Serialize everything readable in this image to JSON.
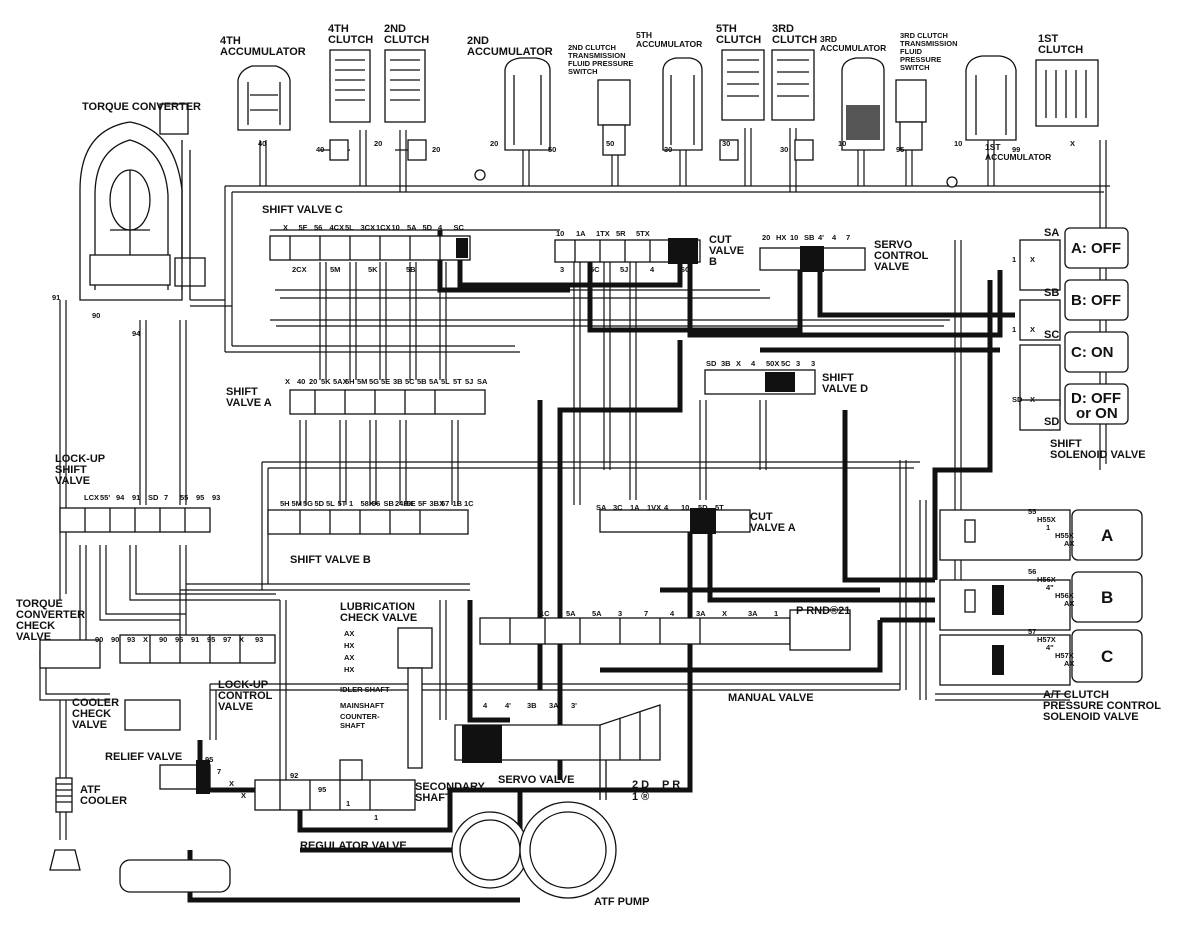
{
  "components": {
    "torque_converter": "TORQUE CONVERTER",
    "acc4": [
      "4TH",
      "ACCUMULATOR"
    ],
    "clutch4": [
      "4TH",
      "CLUTCH"
    ],
    "clutch2": [
      "2ND",
      "CLUTCH"
    ],
    "acc2": [
      "2ND",
      "ACCUMULATOR"
    ],
    "sw2": [
      "2ND CLUTCH",
      "TRANSMISSION",
      "FLUID PRESSURE",
      "SWITCH"
    ],
    "acc5": [
      "5TH",
      "ACCUMULATOR"
    ],
    "clutch5": [
      "5TH",
      "CLUTCH"
    ],
    "clutch3": [
      "3RD",
      "CLUTCH"
    ],
    "acc3": [
      "3RD",
      "ACCUMULATOR"
    ],
    "sw3": [
      "3RD CLUTCH",
      "TRANSMISSION",
      "FLUID",
      "PRESSURE",
      "SWITCH"
    ],
    "clutch1": [
      "1ST",
      "CLUTCH"
    ],
    "acc1": [
      "1ST",
      "ACCUMULATOR"
    ],
    "shift_valve_c": "SHIFT VALVE C",
    "cut_valve_b": [
      "CUT",
      "VALVE",
      "B"
    ],
    "servo_control": [
      "SERVO",
      "CONTROL",
      "VALVE"
    ],
    "shift_valve_a": [
      "SHIFT",
      "VALVE A"
    ],
    "shift_valve_d": [
      "SHIFT",
      "VALVE D"
    ],
    "lockup_shift": [
      "LOCK-UP",
      "SHIFT",
      "VALVE"
    ],
    "shift_valve_b": "SHIFT VALVE B",
    "cut_valve_a": [
      "CUT",
      "VALVE A"
    ],
    "tc_check": [
      "TORQUE",
      "CONVERTER",
      "CHECK",
      "VALVE"
    ],
    "lub_check": [
      "LUBRICATION",
      "CHECK VALVE"
    ],
    "lockup_control": [
      "LOCK-UP",
      "CONTROL",
      "VALVE"
    ],
    "cooler_check": [
      "COOLER",
      "CHECK",
      "VALVE"
    ],
    "relief": "RELIEF VALVE",
    "atf_cooler": [
      "ATF",
      "COOLER"
    ],
    "secondary_shaft": [
      "SECONDARY",
      "SHAFT"
    ],
    "servo_valve": "SERVO VALVE",
    "regulator": "REGULATOR VALVE",
    "atf_pump": "ATF PUMP",
    "manual_valve": "MANUAL VALVE",
    "shift_solenoid": [
      "SHIFT",
      "SOLENOID VALVE"
    ],
    "at_clutch": [
      "A/T CLUTCH",
      "PRESSURE CONTROL",
      "SOLENOID VALVE"
    ],
    "shafts": [
      "IDLER SHAFT",
      "MAINSHAFT",
      "COUNTER-",
      "SHAFT"
    ]
  },
  "solenoids": [
    {
      "port": "SA",
      "state": "A: OFF"
    },
    {
      "port": "SB",
      "state": "B: OFF"
    },
    {
      "port": "SC",
      "state": "C: ON"
    },
    {
      "port": "SD",
      "state": "D: OFF",
      "state2": "or ON"
    }
  ],
  "pressure_controls": [
    "A",
    "B",
    "C"
  ],
  "manual_positions": {
    "top": "P RND®21",
    "bottom_left": "2 D",
    "bottom_mid": "1 ®",
    "bottom_right": "P R"
  },
  "port_labels": {
    "svc_top": [
      "X",
      "5F",
      "56",
      "4CX",
      "5L",
      "3CX",
      "1CX",
      "10",
      "5A",
      "5D",
      "4",
      "SC"
    ],
    "svc_bottom": [
      "2CX",
      "5M",
      "5K",
      "5B"
    ],
    "cutb_top": [
      "10",
      "1A",
      "1TX",
      "5R",
      "5TX"
    ],
    "cutb_bottom": [
      "3",
      "5C",
      "5J",
      "4",
      "SC"
    ],
    "servo_ctrl": [
      "20",
      "HX",
      "10",
      "SB",
      "4'",
      "4",
      "7"
    ],
    "sva": [
      "X",
      "40",
      "20",
      "5K",
      "5AX",
      "5H",
      "5M",
      "5G",
      "5E",
      "3B",
      "5C",
      "5B",
      "5A",
      "5L",
      "5T",
      "5J",
      "SA"
    ],
    "svd": [
      "SD",
      "3B",
      "X",
      "4",
      "50X",
      "5C",
      "3",
      "3"
    ],
    "lus": [
      "LCX",
      "55'",
      "94",
      "91",
      "SD",
      "7",
      "55",
      "95",
      "93"
    ],
    "svb": [
      "5H",
      "5M",
      "5G",
      "5D",
      "5L",
      "5T",
      "1",
      "58X",
      "96",
      "SB",
      "24BX",
      "5E",
      "5F",
      "3BX",
      "57",
      "1B",
      "1C"
    ],
    "cuta": [
      "SA",
      "3C",
      "1A",
      "1VX",
      "4",
      "10",
      "5D",
      "5T"
    ],
    "manual": [
      "1C",
      "5A",
      "5A",
      "3",
      "7",
      "4",
      "3A",
      "X",
      "3A",
      "1"
    ],
    "tc": [
      "91",
      "90",
      "94"
    ],
    "lub": [
      "AX",
      "HX",
      "AX",
      "HX"
    ],
    "luc": [
      "90",
      "90",
      "93",
      "X",
      "90",
      "96",
      "91",
      "95",
      "97",
      "X",
      "93"
    ],
    "relief": [
      "95",
      "7",
      "X",
      "X"
    ],
    "reg": [
      "92",
      "95",
      "1",
      "1"
    ],
    "servo_v": [
      "4",
      "4'",
      "3B",
      "3A",
      "3'"
    ],
    "sol_ports": [
      "1",
      "X",
      "1",
      "X",
      "SD",
      "X"
    ],
    "pc": [
      "55",
      "H55X",
      "1",
      "H55X",
      "AX",
      "56",
      "H56X",
      "4\"",
      "H56X",
      "AX",
      "57",
      "H57X",
      "4\"",
      "H57X",
      "AX"
    ],
    "misc": [
      "40",
      "40",
      "20",
      "20",
      "20",
      "50",
      "50",
      "30",
      "30",
      "30",
      "10",
      "95",
      "10",
      "99",
      "X"
    ]
  }
}
